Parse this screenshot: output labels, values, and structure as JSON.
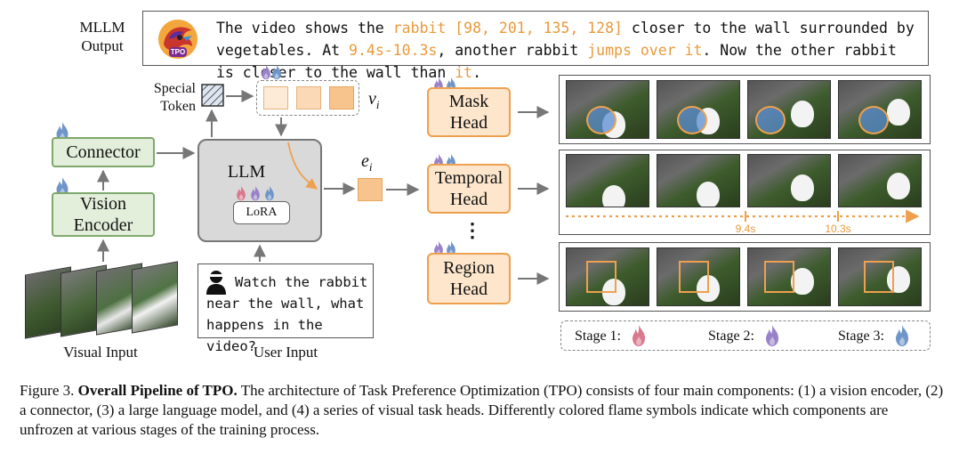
{
  "mllm_output": {
    "label_line1": "MLLM",
    "label_line2": "Output",
    "logo_text": "TPO",
    "text_segments": [
      {
        "text": "The video shows the ",
        "color": "#111111"
      },
      {
        "text": "rabbit [98, 201, 135, 128]",
        "color": "#e99a3c"
      },
      {
        "text": " closer to the wall surrounded by vegetables. At ",
        "color": "#111111"
      },
      {
        "text": "9.4s-10.3s",
        "color": "#e99a3c"
      },
      {
        "text": ", another rabbit ",
        "color": "#111111"
      },
      {
        "text": "jumps over it",
        "color": "#e99a3c"
      },
      {
        "text": ". Now the other rabbit is closer to the wall than ",
        "color": "#111111"
      },
      {
        "text": "it",
        "color": "#e99a3c"
      },
      {
        "text": ".",
        "color": "#111111"
      }
    ]
  },
  "special_token": {
    "line1": "Special",
    "line2": "Token"
  },
  "v_label": "v",
  "v_sub": "i",
  "e_label": "e",
  "e_sub": "i",
  "connector": "Connector",
  "vision_encoder": {
    "line1": "Vision",
    "line2": "Encoder"
  },
  "llm": "LLM",
  "lora": "LoRA",
  "user_input_text": {
    "line1": "Watch the rabbit",
    "line2": "near the wall, what",
    "line3": "happens in the video?"
  },
  "visual_input_label": "Visual Input",
  "user_input_label": "User Input",
  "heads": {
    "mask": {
      "line1": "Mask",
      "line2": "Head"
    },
    "temporal": {
      "line1": "Temporal",
      "line2": "Head"
    },
    "region": {
      "line1": "Region",
      "line2": "Head"
    },
    "ellipsis": "⋮"
  },
  "timeline": {
    "tick1": "9.4s",
    "tick2": "10.3s"
  },
  "stages": {
    "stage1": "Stage 1:",
    "stage2": "Stage 2:",
    "stage3": "Stage 3:"
  },
  "colors": {
    "stage1_flame": "#d9798e",
    "stage2_flame": "#9a82c9",
    "stage3_flame": "#6f95c9",
    "accent_orange": "#e99a3c",
    "green_border": "#7fa86c"
  },
  "caption": {
    "prefix": "Figure 3.",
    "bold": "Overall Pipeline of TPO.",
    "body": " The architecture of Task Preference Optimization (TPO) consists of four main components: (1) a vision encoder, (2) a connector, (3) a large language model, and (4) a series of visual task heads. Differently colored flame symbols indicate which components are unfrozen at various stages of the training process."
  }
}
